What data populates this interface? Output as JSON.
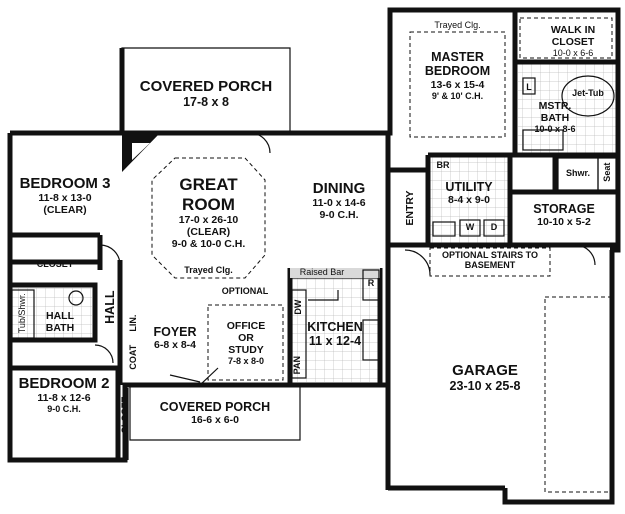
{
  "rooms": {
    "covered_porch_top": {
      "name": "COVERED PORCH",
      "dims": "17-8 x 8"
    },
    "bedroom3": {
      "name": "BEDROOM 3",
      "dims": "11-8 x 13-0",
      "note": "(CLEAR)"
    },
    "great_room": {
      "name1": "GREAT",
      "name2": "ROOM",
      "dims": "17-0 x 26-10",
      "note1": "(CLEAR)",
      "note2": "9-0 & 10-0 C.H.",
      "ceiling": "Trayed Clg."
    },
    "dining": {
      "name": "DINING",
      "dims": "11-0 x 14-6",
      "note": "9-0 C.H."
    },
    "master_bedroom": {
      "name1": "MASTER",
      "name2": "BEDROOM",
      "dims": "13-6 x 15-4",
      "note": "9' & 10' C.H.",
      "ceiling": "Trayed Clg."
    },
    "walk_in_closet": {
      "name1": "WALK IN",
      "name2": "CLOSET",
      "dims": "10-0 x 6-6"
    },
    "master_bath": {
      "name1": "MSTR.",
      "name2": "BATH",
      "dims": "10-0 x 8-6",
      "jet_tub": "Jet-Tub",
      "shower": "Shwr.",
      "seat": "Seat",
      "linen": "L"
    },
    "utility": {
      "name": "UTILITY",
      "dims": "8-4 x 9-0",
      "br": "BR",
      "washer": "W",
      "dryer": "D"
    },
    "entry": {
      "name": "ENTRY"
    },
    "storage": {
      "name": "STORAGE",
      "dims": "10-10 x 5-2"
    },
    "optional_stairs": {
      "line1": "OPTIONAL STAIRS TO",
      "line2": "BASEMENT"
    },
    "closet": {
      "name": "CLOSET"
    },
    "hall": {
      "name": "HALL"
    },
    "hall_bath": {
      "name1": "HALL",
      "name2": "BATH",
      "tub": "Tub/Shwr."
    },
    "linen": {
      "name": "LIN."
    },
    "coat": {
      "name": "COAT"
    },
    "foyer": {
      "name": "FOYER",
      "dims": "6-8 x 8-4"
    },
    "office": {
      "optional": "OPTIONAL",
      "name1": "OFFICE",
      "name2": "OR",
      "name3": "STUDY",
      "dims": "7-8 x 8-0"
    },
    "kitchen": {
      "name": "KITCHEN",
      "dims": "11 x 12-4",
      "raised_bar": "Raised Bar",
      "dw": "DW",
      "pan": "PAN",
      "ref": "R"
    },
    "bedroom2": {
      "name": "BEDROOM 2",
      "dims": "11-8 x 12-6",
      "note": "9-0 C.H."
    },
    "closet2": {
      "name": "CLOSET"
    },
    "covered_porch_bottom": {
      "name": "COVERED PORCH",
      "dims": "16-6 x 6-0"
    },
    "garage": {
      "name": "GARAGE",
      "dims": "23-10 x 25-8"
    }
  }
}
